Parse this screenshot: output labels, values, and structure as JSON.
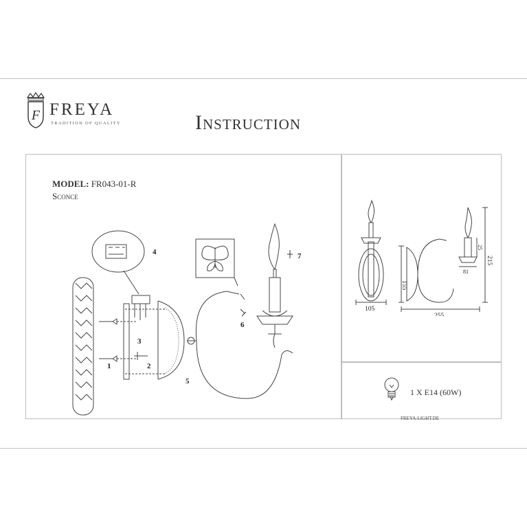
{
  "header": {
    "brand": "FREYA",
    "tagline": "TRADITION OF QUALITY",
    "logo_letter": "F",
    "title": "Instruction"
  },
  "model": {
    "label": "MODEL:",
    "code": "FR043-01-R",
    "type": "Sconce"
  },
  "steps": [
    "1",
    "2",
    "3",
    "4",
    "5",
    "6",
    "7"
  ],
  "dimensions": {
    "front_width": "105",
    "height": "155",
    "depth": "255",
    "total_height": "215",
    "top_offset": "25",
    "cup_height": "81"
  },
  "lamp": {
    "spec": "1 X E14 (60W)",
    "icon": "bulb-icon"
  },
  "footer": {
    "site": "FREYA-LIGHT.DE"
  }
}
